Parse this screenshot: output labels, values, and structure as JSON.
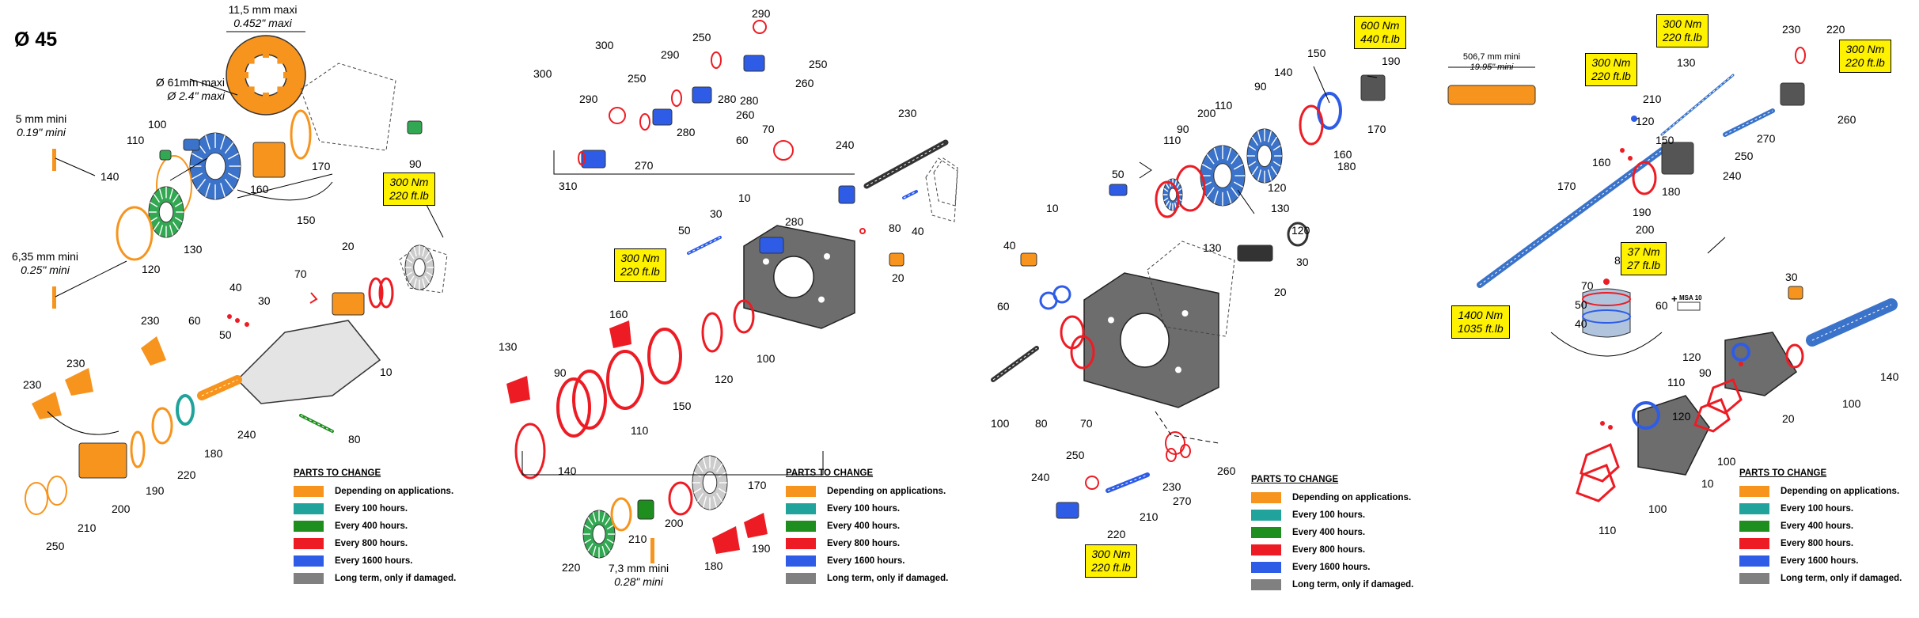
{
  "title": "Ø 45",
  "colors": {
    "applications": "#f7941d",
    "h100": "#1fa39a",
    "h400": "#1e8f1e",
    "h800": "#ed1c24",
    "h1600": "#2e5ce6",
    "damaged": "#808080",
    "torque_bg": "#fff200",
    "part_grey": "#6d6d6d"
  },
  "legend": {
    "heading": "PARTS TO CHANGE",
    "items": [
      {
        "label": "Depending on applications.",
        "color": "#f7941d"
      },
      {
        "label": "Every 100 hours.",
        "color": "#1fa39a"
      },
      {
        "label": "Every 400 hours.",
        "color": "#1e8f1e"
      },
      {
        "label": "Every 800 hours.",
        "color": "#ed1c24"
      },
      {
        "label": "Every 1600 hours.",
        "color": "#2e5ce6"
      },
      {
        "label": "Long term, only if damaged.",
        "color": "#808080"
      }
    ]
  },
  "dimensions": {
    "d1": {
      "metric": "11,5 mm maxi",
      "imperial": "0.452\" maxi"
    },
    "d2": {
      "metric": "Ø 61mm maxi",
      "imperial": "Ø 2.4\" maxi"
    },
    "d3": {
      "metric": "5 mm mini",
      "imperial": "0.19\" mini"
    },
    "d4": {
      "metric": "6,35 mm mini",
      "imperial": "0.25\" mini"
    },
    "d5": {
      "metric": "7,3 mm mini",
      "imperial": "0.28\" mini"
    },
    "d6": {
      "metric": "506,7 mm mini",
      "imperial": "19.95\" mini"
    }
  },
  "torques": {
    "t1": {
      "nm": "300 Nm",
      "ftlb": "220 ft.lb"
    },
    "t2": {
      "nm": "300 Nm",
      "ftlb": "220 ft.lb"
    },
    "t3": {
      "nm": "600 Nm",
      "ftlb": "440 ft.lb"
    },
    "t4": {
      "nm": "300 Nm",
      "ftlb": "220 ft.lb"
    },
    "t5": {
      "nm": "300 Nm",
      "ftlb": "220 ft.lb"
    },
    "t6": {
      "nm": "300 Nm",
      "ftlb": "220 ft.lb"
    },
    "t7": {
      "nm": "300 Nm",
      "ftlb": "220 ft.lb"
    },
    "t8": {
      "nm": "37 Nm",
      "ftlb": "27 ft.lb"
    },
    "t9": {
      "nm": "1400 Nm",
      "ftlb": "1035 ft.lb"
    }
  },
  "msa_label": "MSA 10",
  "plus_sign": "+",
  "panel1": {
    "parts": [
      {
        "label": "100",
        "color": "#1e8f1e"
      },
      {
        "label": "110",
        "color": "#1e8f1e"
      },
      {
        "label": "140",
        "color": "#f7941d"
      },
      {
        "label": "130",
        "color": "#1e8f1e"
      },
      {
        "label": "120",
        "color": "#f7941d"
      },
      {
        "label": "160",
        "color": "#f7941d"
      },
      {
        "label": "170",
        "color": "#f7941d"
      },
      {
        "label": "150",
        "color": "#f7941d"
      },
      {
        "label": "90",
        "color": "#1e8f1e"
      },
      {
        "label": "70",
        "color": "#ed1c24"
      },
      {
        "label": "20",
        "color": "#ed1c24"
      },
      {
        "label": "40",
        "color": "#ed1c24"
      },
      {
        "label": "60",
        "color": "#ed1c24"
      },
      {
        "label": "50",
        "color": "#ed1c24"
      },
      {
        "label": "30",
        "color": "#ed1c24"
      },
      {
        "label": "10",
        "color": "#6d6d6d"
      },
      {
        "label": "230",
        "color": "#f7941d"
      },
      {
        "label": "230",
        "color": "#f7941d"
      },
      {
        "label": "230",
        "color": "#f7941d"
      },
      {
        "label": "240",
        "color": "#f7941d"
      },
      {
        "label": "180",
        "color": "#1fa39a"
      },
      {
        "label": "220",
        "color": "#f7941d"
      },
      {
        "label": "190",
        "color": "#f7941d"
      },
      {
        "label": "200",
        "color": "#f7941d"
      },
      {
        "label": "210",
        "color": "#f7941d"
      },
      {
        "label": "250",
        "color": "#f7941d"
      },
      {
        "label": "80",
        "color": "#1e8f1e"
      }
    ]
  },
  "panel2": {
    "parts": [
      {
        "label": "300",
        "color": "#ed1c24"
      },
      {
        "label": "290",
        "color": "#ed1c24"
      },
      {
        "label": "310",
        "color": "#2e5ce6"
      },
      {
        "label": "270",
        "color": "#2e5ce6"
      },
      {
        "label": "300",
        "color": "#ed1c24"
      },
      {
        "label": "250",
        "color": "#2e5ce6"
      },
      {
        "label": "290",
        "color": "#ed1c24"
      },
      {
        "label": "250",
        "color": "#2e5ce6"
      },
      {
        "label": "290",
        "color": "#ed1c24"
      },
      {
        "label": "280",
        "color": "#ed1c24"
      },
      {
        "label": "280",
        "color": "#ed1c24"
      },
      {
        "label": "280",
        "color": "#ed1c24"
      },
      {
        "label": "260",
        "color": "#2e5ce6"
      },
      {
        "label": "260",
        "color": "#2e5ce6"
      },
      {
        "label": "250",
        "color": "#2e5ce6"
      },
      {
        "label": "70",
        "color": "#ed1c24"
      },
      {
        "label": "60",
        "color": "#2e5ce6"
      },
      {
        "label": "230",
        "color": "#6d6d6d"
      },
      {
        "label": "240",
        "color": "#2e5ce6"
      },
      {
        "label": "10",
        "color": "#6d6d6d"
      },
      {
        "label": "280",
        "color": "#ed1c24"
      },
      {
        "label": "80",
        "color": "#ed1c24"
      },
      {
        "label": "40",
        "color": "#2e5ce6"
      },
      {
        "label": "20",
        "color": "#f7941d"
      },
      {
        "label": "50",
        "color": "#2e5ce6"
      },
      {
        "label": "30",
        "color": "#6d6d6d"
      },
      {
        "label": "160",
        "color": "#ed1c24"
      },
      {
        "label": "100",
        "color": "#ed1c24"
      },
      {
        "label": "120",
        "color": "#ed1c24"
      },
      {
        "label": "150",
        "color": "#ed1c24"
      },
      {
        "label": "110",
        "color": "#ed1c24"
      },
      {
        "label": "90",
        "color": "#ed1c24"
      },
      {
        "label": "130",
        "color": "#ed1c24"
      },
      {
        "label": "140",
        "color": "#ed1c24"
      },
      {
        "label": "170",
        "color": "#6d6d6d"
      },
      {
        "label": "220",
        "color": "#1e8f1e"
      },
      {
        "label": "210",
        "color": "#f7941d"
      },
      {
        "label": "200",
        "color": "#1e8f1e"
      },
      {
        "label": "180",
        "color": "#ed1c24"
      },
      {
        "label": "190",
        "color": "#ed1c24"
      }
    ]
  },
  "panel3": {
    "parts": [
      {
        "label": "190",
        "color": "#6d6d6d"
      },
      {
        "label": "170",
        "color": "#2e5ce6"
      },
      {
        "label": "160",
        "color": "#2e5ce6"
      },
      {
        "label": "150",
        "color": "#2e5ce6"
      },
      {
        "label": "140",
        "color": "#ed1c24"
      },
      {
        "label": "180",
        "color": "#2e5ce6"
      },
      {
        "label": "90",
        "color": "#ed1c24"
      },
      {
        "label": "110",
        "color": "#2e5ce6"
      },
      {
        "label": "200",
        "color": "#ed1c24"
      },
      {
        "label": "120",
        "color": "#ed1c24"
      },
      {
        "label": "110",
        "color": "#2e5ce6"
      },
      {
        "label": "90",
        "color": "#ed1c24"
      },
      {
        "label": "130",
        "color": "#2e5ce6"
      },
      {
        "label": "120",
        "color": "#ed1c24"
      },
      {
        "label": "130",
        "color": "#2e5ce6"
      },
      {
        "label": "50",
        "color": "#2e5ce6"
      },
      {
        "label": "10",
        "color": "#6d6d6d"
      },
      {
        "label": "40",
        "color": "#f7941d"
      },
      {
        "label": "60",
        "color": "#2e5ce6"
      },
      {
        "label": "100",
        "color": "#6d6d6d"
      },
      {
        "label": "80",
        "color": "#ed1c24"
      },
      {
        "label": "70",
        "color": "#ed1c24"
      },
      {
        "label": "30",
        "color": "#6d6d6d"
      },
      {
        "label": "20",
        "color": "#6d6d6d"
      },
      {
        "label": "250",
        "color": "#ed1c24"
      },
      {
        "label": "240",
        "color": "#2e5ce6"
      },
      {
        "label": "220",
        "color": "#2e5ce6"
      },
      {
        "label": "210",
        "color": "#2e5ce6"
      },
      {
        "label": "270",
        "color": "#ed1c24"
      },
      {
        "label": "230",
        "color": "#2e5ce6"
      },
      {
        "label": "260",
        "color": "#ed1c24"
      }
    ]
  },
  "panel4": {
    "parts": [
      {
        "label": "230",
        "color": "#ed1c24"
      },
      {
        "label": "220",
        "color": "#6d6d6d"
      },
      {
        "label": "130",
        "color": "#2e5ce6"
      },
      {
        "label": "210",
        "color": "#2e5ce6"
      },
      {
        "label": "260",
        "color": "#2e5ce6"
      },
      {
        "label": "120",
        "color": "#ed1c24"
      },
      {
        "label": "270",
        "color": "#2e5ce6"
      },
      {
        "label": "150",
        "color": "#2e5ce6"
      },
      {
        "label": "250",
        "color": "#2e5ce6"
      },
      {
        "label": "160",
        "color": "#2e5ce6"
      },
      {
        "label": "240",
        "color": "#2e5ce6"
      },
      {
        "label": "180",
        "color": "#6d6d6d"
      },
      {
        "label": "190",
        "color": "#ed1c24"
      },
      {
        "label": "170",
        "color": "#2e5ce6"
      },
      {
        "label": "200",
        "color": "#ed1c24"
      },
      {
        "label": "80",
        "color": "#ed1c24"
      },
      {
        "label": "70",
        "color": "#ed1c24"
      },
      {
        "label": "50",
        "color": "#2e5ce6"
      },
      {
        "label": "40",
        "color": "#ed1c24"
      },
      {
        "label": "60",
        "color": "#6d6d6d"
      },
      {
        "label": "30",
        "color": "#f7941d"
      },
      {
        "label": "140",
        "color": "#2e5ce6"
      },
      {
        "label": "120",
        "color": "#ed1c24"
      },
      {
        "label": "100",
        "color": "#ed1c24"
      },
      {
        "label": "90",
        "color": "#ed1c24"
      },
      {
        "label": "110",
        "color": "#ed1c24"
      },
      {
        "label": "20",
        "color": "#6d6d6d"
      },
      {
        "label": "120",
        "color": "#ed1c24"
      },
      {
        "label": "100",
        "color": "#ed1c24"
      },
      {
        "label": "10",
        "color": "#6d6d6d"
      },
      {
        "label": "100",
        "color": "#ed1c24"
      },
      {
        "label": "110",
        "color": "#ed1c24"
      }
    ]
  }
}
